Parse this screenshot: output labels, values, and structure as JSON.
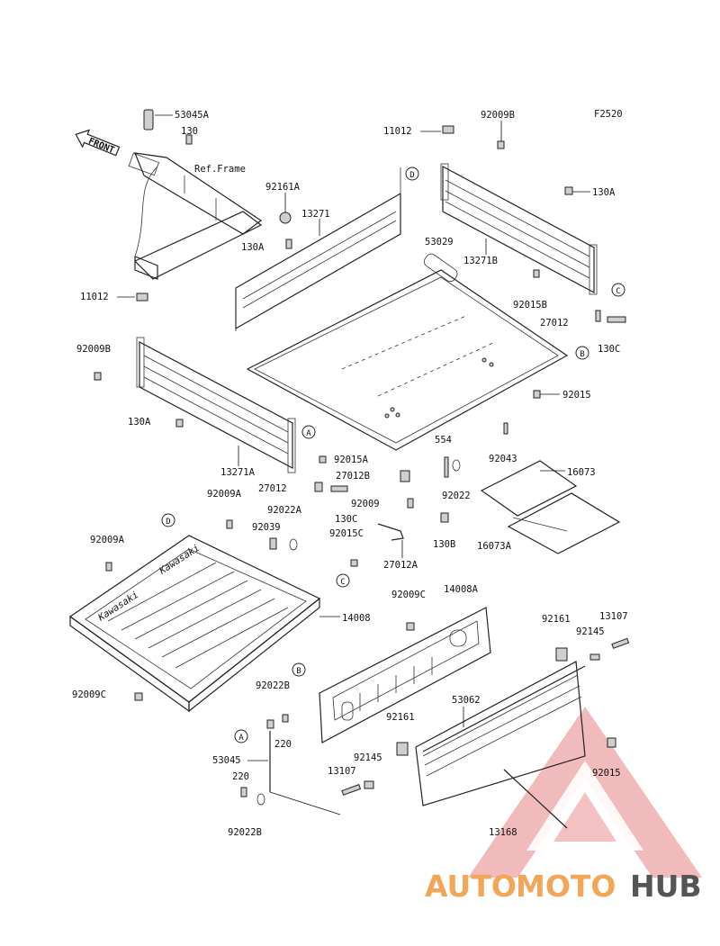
{
  "figure_code": "F2520",
  "front_label": "FRONT",
  "brand_embossed": "Kawasaki",
  "watermark": {
    "part1": "AUTO",
    "part2": "MOTO",
    "part3": "HUB",
    "colors": {
      "part1": "#f2a65a",
      "part2": "#f2a65a",
      "part3": "#555555",
      "triangle": "#e05a5a"
    }
  },
  "labels": {
    "l53045A": "53045A",
    "l130_top": "130",
    "lRefFrame": "Ref.Frame",
    "l92161A": "92161A",
    "l130A_1": "130A",
    "l11012_top": "11012",
    "l92009B_top": "92009B",
    "l130A_2": "130A",
    "l13271": "13271",
    "l53029": "53029",
    "l13271B": "13271B",
    "l92015B": "92015B",
    "l27012_r": "27012",
    "l130C_r": "130C",
    "l92015_r": "92015",
    "l11012_left": "11012",
    "l92009B_left": "92009B",
    "l130A_left": "130A",
    "l13271A": "13271A",
    "l92015A": "92015A",
    "l27012B": "27012B",
    "l27012_l": "27012",
    "l130C_l": "130C",
    "l92009_mid": "92009",
    "l554": "554",
    "l92043": "92043",
    "l16073": "16073",
    "l92022": "92022",
    "l92022A": "92022A",
    "l92009A_1": "92009A",
    "l92039": "92039",
    "l92015C": "92015C",
    "l130B": "130B",
    "l16073A": "16073A",
    "l27012A": "27012A",
    "l92009A_2": "92009A",
    "l14008": "14008",
    "l92022B_1": "92022B",
    "l92009C_left": "92009C",
    "l92009C_mid": "92009C",
    "l14008A": "14008A",
    "l92161_r": "92161",
    "l92145_r": "92145",
    "l13107_r": "13107",
    "l53062": "53062",
    "l92161_m": "92161",
    "l92145_m": "92145",
    "l13107_m": "13107",
    "l53045": "53045",
    "l220_1": "220",
    "l220_2": "220",
    "l92022B_2": "92022B",
    "l13168": "13168",
    "l92015_bot": "92015"
  },
  "refs": {
    "A": "A",
    "B": "B",
    "C": "C",
    "D": "D"
  }
}
